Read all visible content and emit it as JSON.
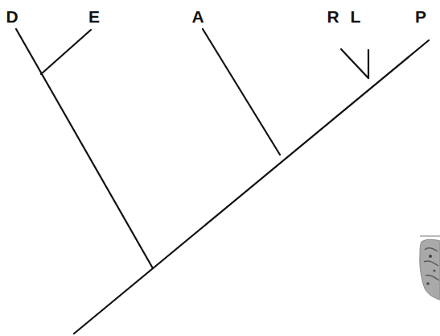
{
  "diagram": {
    "labels": [
      "D",
      "E",
      "A",
      "R",
      "L",
      "P"
    ]
  }
}
